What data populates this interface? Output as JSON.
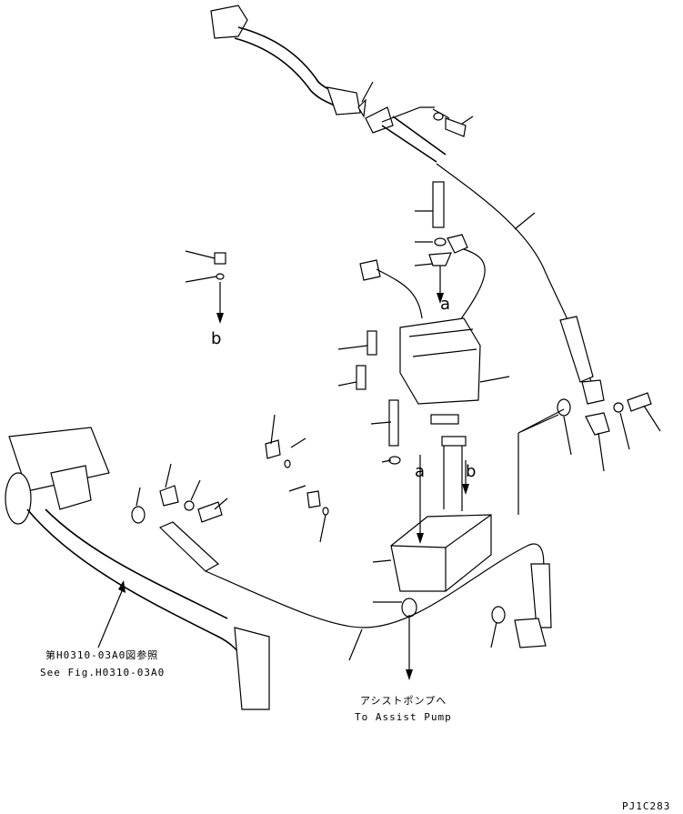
{
  "labels": {
    "ref_jp": "第H0310-03A0図参照",
    "ref_en": "See Fig.H0310-03A0",
    "dest_jp": "アシストポンプへ",
    "dest_en": "To Assist Pump",
    "code": "PJ1C283",
    "a_top": "a",
    "a_bottom": "a",
    "b_left": "b",
    "b_right": "b"
  }
}
